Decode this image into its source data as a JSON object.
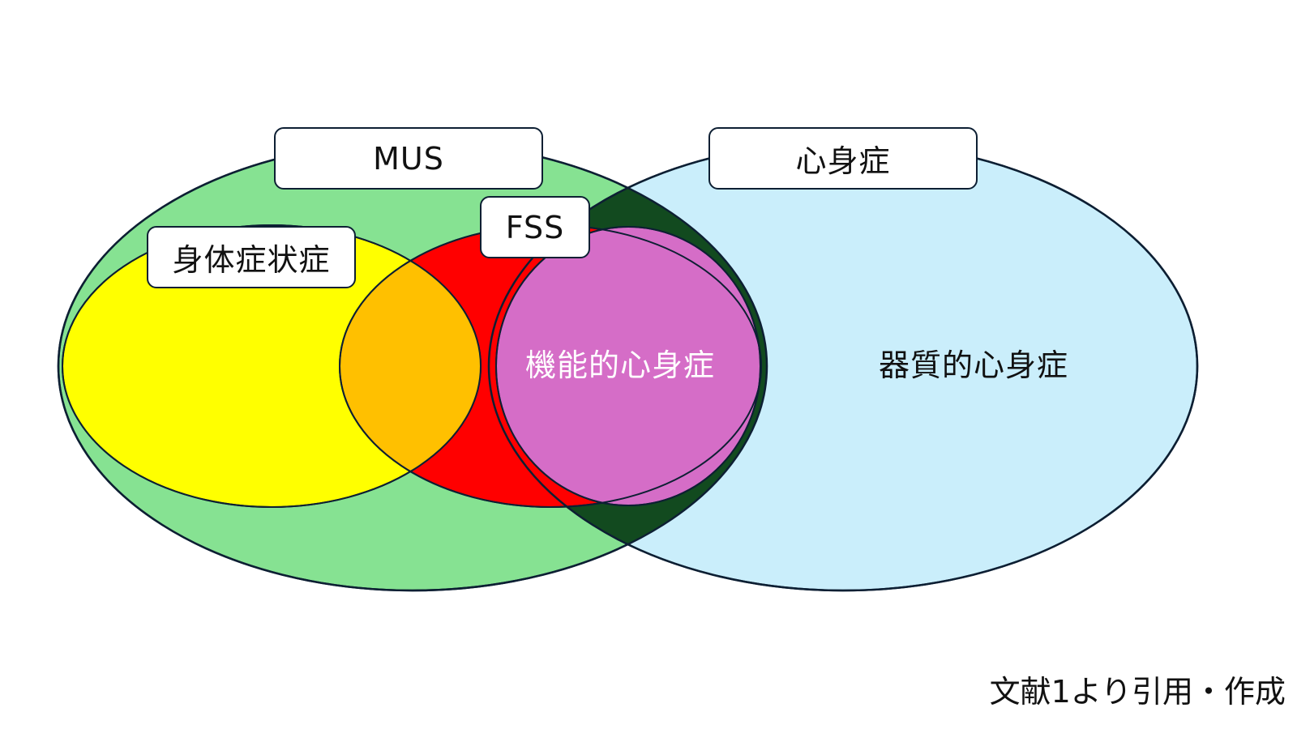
{
  "labels": {
    "mus": "MUS",
    "shinshin": "心身症",
    "fss": "FSS",
    "somatic_symptom_disorder": "身体症状症"
  },
  "regions": {
    "functional_psychosomatic": "機能的心身症",
    "organic_psychosomatic": "器質的心身症"
  },
  "citation": "文献1より引用・作成",
  "colors": {
    "mus_fill": "#86e292",
    "shinshin_fill": "#caeefb",
    "overlap_fill": "#124a1f",
    "fss_fill": "#ff0000",
    "somatic_fill": "#ffff00",
    "somatic_fss_overlap_fill": "#ffc000",
    "functional_fill": "#d56dc7",
    "outline": "#0d1f33"
  }
}
